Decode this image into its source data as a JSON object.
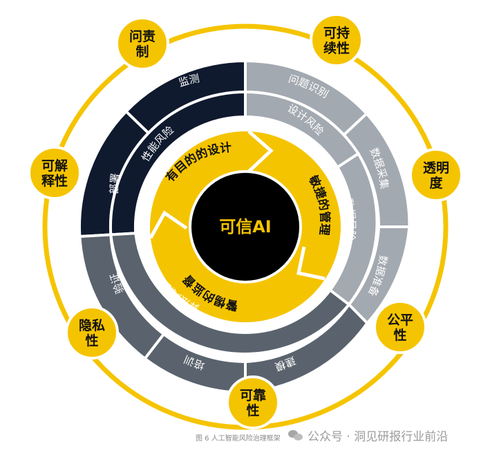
{
  "colors": {
    "yellow": "#f5c400",
    "navy": "#0f1a2e",
    "light_gray": "#a3a9b0",
    "dark_gray": "#5a636d",
    "center": "#000000"
  },
  "center_label": "可信AI",
  "middle_ring": [
    "有目的的设计",
    "敏捷的管理",
    "警惕的监督"
  ],
  "segments": [
    {
      "inner": "性能风险",
      "outer": [
        "部署",
        "监测"
      ]
    },
    {
      "inner": [
        "设计风险",
        "数据风险"
      ],
      "outer": [
        "问题识别",
        "数据采集",
        "数据准备"
      ]
    },
    {
      "inner": "算法风险",
      "outer": [
        "建模",
        "培训",
        "验证"
      ]
    }
  ],
  "principles": [
    "问责\n制",
    "可持\n续性",
    "透明\n度",
    "公平\n性",
    "可靠\n性",
    "隐私\n性",
    "可解\n释性"
  ],
  "caption": "图 6 人工智能风险治理框架",
  "watermark": "公众号 · 洞见研报行业前沿"
}
